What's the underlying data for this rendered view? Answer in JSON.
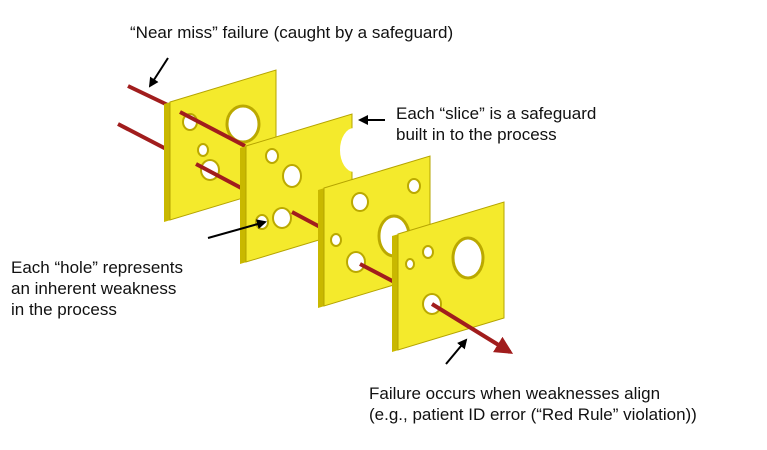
{
  "annotations": {
    "near_miss": "“Near miss” failure (caught by a safeguard)",
    "slice": [
      "Each “slice” is a safeguard",
      "built in to the process"
    ],
    "hole": [
      "Each “hole” represents",
      "an inherent weakness",
      "in the process"
    ],
    "failure": [
      "Failure occurs when weaknesses align",
      "(e.g., patient ID error (“Red Rule” violation))"
    ]
  },
  "colors": {
    "cheese_face": "#f4ea2c",
    "cheese_side": "#c9b800",
    "cheese_edge": "#b5a400",
    "hole_shadow": "#bba900",
    "hole_fill": "#ffffff",
    "arrow_red": "#a11d1d",
    "pointer_black": "#000000"
  }
}
